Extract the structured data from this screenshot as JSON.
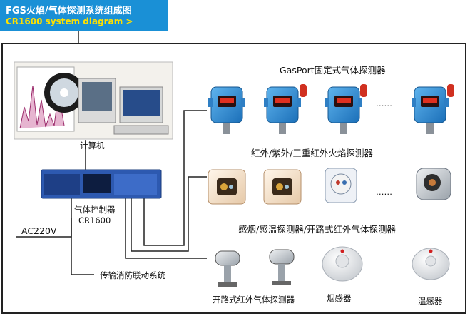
{
  "header": {
    "title_cn": "FGS火焰/气体探测系统组成图",
    "title_en": "CR1600 system diagram >",
    "bg_color": "#1a90d6",
    "subtitle_color": "#ffe000"
  },
  "labels": {
    "computer": "计算机",
    "controller_cn": "气体控制器",
    "controller_en": "CR1600",
    "power": "AC220V",
    "linkage": "传输消防联动系统",
    "row1_title": "GasPort固定式气体探测器",
    "row2_title": "红外/紫外/三重红外火焰探测器",
    "row3_title": "感烟/感温探测器/开路式红外气体探测器",
    "row4_open_path": "开路式红外气体探测器",
    "row4_smoke": "烟感器",
    "row4_heat": "温感器",
    "ellipsis": "……"
  },
  "icons": {
    "computer": "computer-workstation-icon",
    "controller": "gas-controller-rack-icon",
    "gas_detector": "gas-detector-icon",
    "flame_detector": "flame-detector-icon",
    "open_path": "open-path-detector-icon",
    "smoke": "smoke-detector-icon",
    "heat": "heat-detector-icon"
  }
}
